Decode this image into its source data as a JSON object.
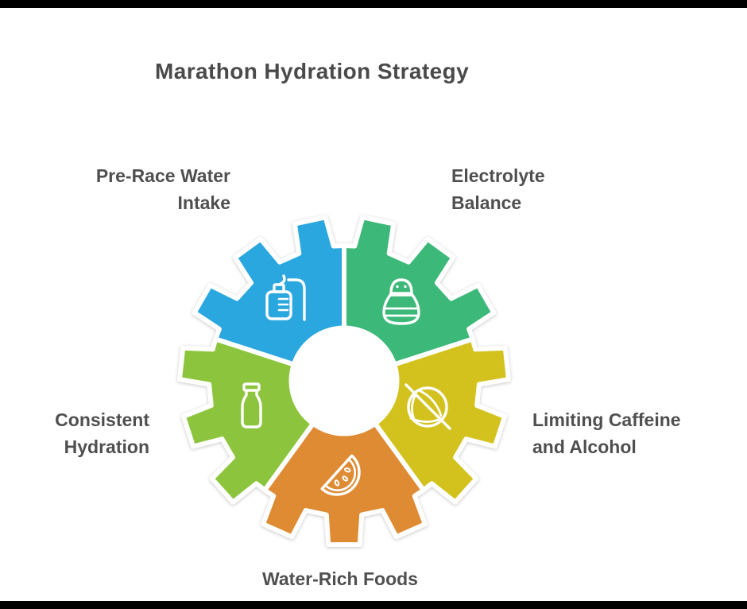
{
  "title": "Marathon Hydration Strategy",
  "colors": {
    "title_text": "#4a4a4a",
    "label_text": "#4f4f4f",
    "gear_outline": "#ffffff",
    "letterbox": "#000000"
  },
  "segments": [
    {
      "id": "pre-race-water-intake",
      "label": "Pre-Race Water Intake",
      "label_lines": [
        "Pre-Race Water",
        "Intake"
      ],
      "color": "#2aa7de",
      "icon": "iv-drip-icon"
    },
    {
      "id": "electrolyte-balance",
      "label": "Electrolyte Balance",
      "label_lines": [
        "Electrolyte",
        "Balance"
      ],
      "color": "#3cb878",
      "icon": "salt-shaker-icon"
    },
    {
      "id": "limiting-caffeine-and-alcohol",
      "label": "Limiting Caffeine and Alcohol",
      "label_lines": [
        "Limiting Caffeine",
        "and Alcohol"
      ],
      "color": "#d3c21e",
      "icon": "no-caffeine-icon"
    },
    {
      "id": "water-rich-foods",
      "label": "Water-Rich Foods",
      "label_lines": [
        "Water-Rich Foods"
      ],
      "color": "#de8b33",
      "icon": "watermelon-icon"
    },
    {
      "id": "consistent-hydration",
      "label": "Consistent Hydration",
      "label_lines": [
        "Consistent",
        "Hydration"
      ],
      "color": "#8cc53d",
      "icon": "milk-bottle-icon"
    }
  ]
}
